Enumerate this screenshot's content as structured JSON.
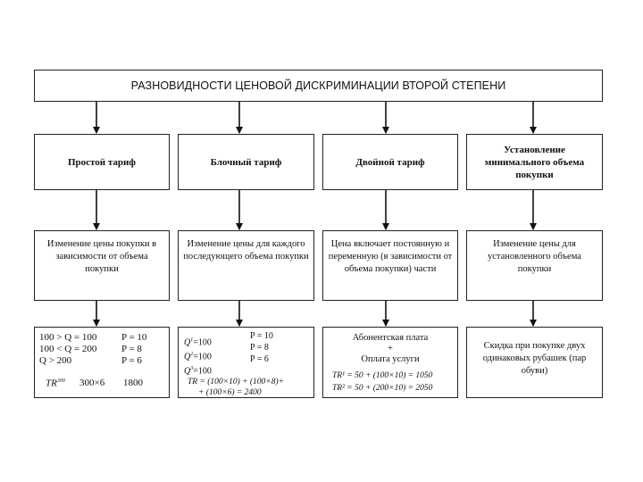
{
  "title": "РАЗНОВИДНОСТИ ЦЕНОВОЙ ДИСКРИМИНАЦИИ ВТОРОЙ СТЕПЕНИ",
  "columns": [
    {
      "header": "Простой тариф",
      "description": "Изменение цены покупки в зависимости от объема покупки",
      "example": {
        "conditions": [
          "100 > Q = 100",
          "100 < Q = 200",
          "Q > 200"
        ],
        "prices": [
          "P = 10",
          "P = 8",
          "P = 6"
        ],
        "tr_label": "TR",
        "tr_sup": "300",
        "tr_expr": "300×6",
        "tr_value": "1800"
      }
    },
    {
      "header": "Блочный тариф",
      "description": "Изменение цены для каждого последующего объема покупки",
      "example": {
        "q_lines": [
          {
            "q": "Q",
            "sup": "1",
            "val": "=100"
          },
          {
            "q": "Q",
            "sup": "2",
            "val": "=100"
          },
          {
            "q": "Q",
            "sup": "3",
            "val": "=100"
          }
        ],
        "prices": [
          "P = 10",
          "P = 8",
          "P = 6"
        ],
        "tr_line1": "TR = (100×10) + (100×8)+",
        "tr_line2": "+ (100×6) = 2400"
      }
    },
    {
      "header": "Двойной тариф",
      "description": "Цена включает постоянную и переменную (в зависимости от объема покупки) части",
      "example": {
        "line1": "Абонентская плата",
        "line2": "+",
        "line3": "Оплата услуги",
        "tr1": "TR¹ = 50 + (100×10) = 1050",
        "tr2": "TR² = 50 + (200×10) = 2050"
      }
    },
    {
      "header": "Установление минимального объема покупки",
      "description": "Изменение цены для установленного объема покупки",
      "example": {
        "text": "Скидка при покупке двух одинаковых рубашек (пар обуви)"
      }
    }
  ]
}
